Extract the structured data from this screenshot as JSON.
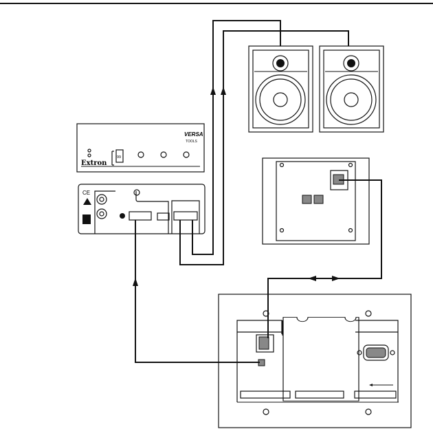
{
  "amplifier_front": {
    "brand": "Extron",
    "logo_line1": "VERSA",
    "logo_line2": "TOOLS",
    "display_value": "99"
  },
  "colors": {
    "line": "#111111",
    "port_fill": "#888888",
    "background": "#ffffff"
  },
  "icons": [
    "power-led-icon",
    "volume-knob-icon",
    "ce-mark-icon",
    "warning-triangle-icon",
    "ul-mark-icon",
    "rca-jack-icon",
    "rj45-port-icon",
    "db9-port-icon",
    "arrow-icon"
  ]
}
